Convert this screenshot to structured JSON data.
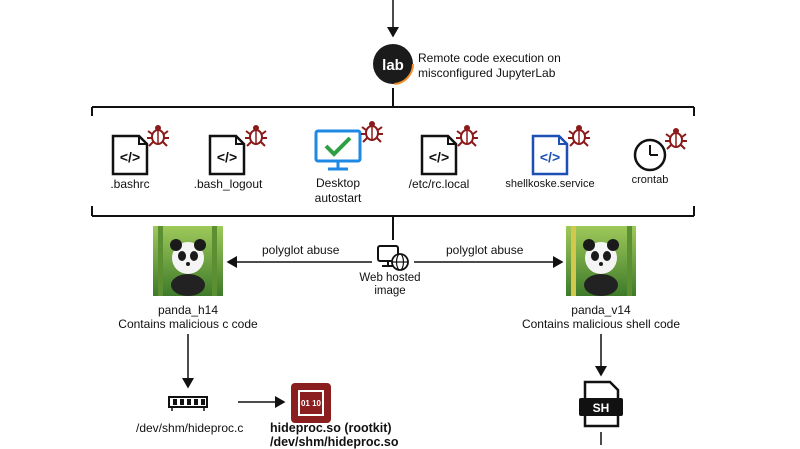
{
  "title_node": {
    "lab_badge": "lab",
    "line1": "Remote code execution on",
    "line2": "misconfigured JupyterLab"
  },
  "persistence": [
    {
      "label": "bashrc_label",
      "text": ".bashrc",
      "icon": "code-file-icon"
    },
    {
      "label": "bash_logout_label",
      "text": ".bash_logout",
      "icon": "code-file-icon"
    },
    {
      "label": "desktop_label",
      "line1": "Desktop",
      "line2": "autostart",
      "icon": "monitor-check-icon"
    },
    {
      "label": "rclocal_label",
      "text": "/etc/rc.local",
      "icon": "code-file-icon"
    },
    {
      "label": "service_label",
      "text": "shellkoske.service",
      "icon": "code-file-icon"
    },
    {
      "label": "crontab_label",
      "text": "crontab",
      "icon": "clock-icon"
    }
  ],
  "middle": {
    "left_edge": "polyglot abuse",
    "right_edge": "polyglot abuse",
    "web_line1": "Web hosted",
    "web_line2": "image"
  },
  "left_branch": {
    "name": "panda_h14",
    "desc": "Contains malicious c code",
    "file": "/dev/shm/hideproc.c",
    "rootkit_line1": "hideproc.so (rootkit)",
    "rootkit_line2": "/dev/shm/hideproc.so",
    "rootkit_icon_text": "01 10"
  },
  "right_branch": {
    "name": "panda_v14",
    "desc": "Contains malicious shell code",
    "sh_badge": "SH"
  },
  "colors": {
    "bug": "#8b1a1a",
    "rootkit": "#8b1e1e",
    "monitor": "#1e88e5",
    "check": "#2ea043",
    "service_border": "#1e4fb4",
    "line": "#111111"
  }
}
